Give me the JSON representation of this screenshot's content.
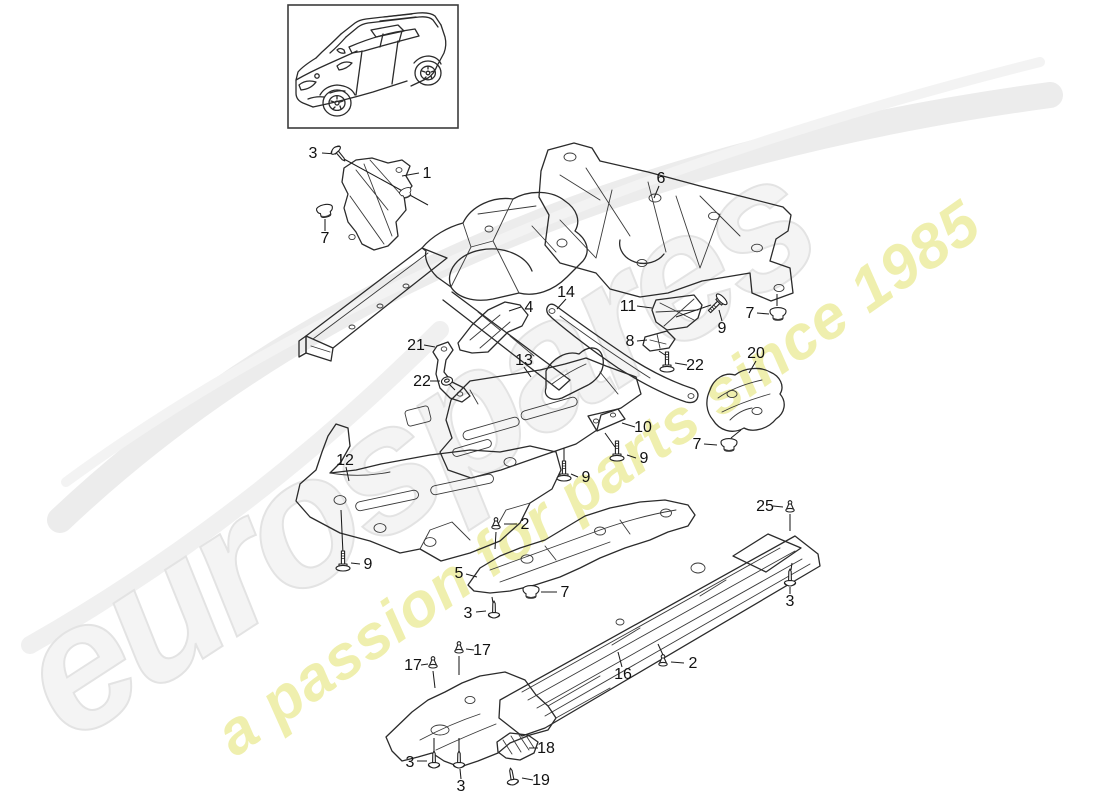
{
  "watermark": {
    "brand": "eurospares",
    "tagline": "a passion for parts since 1985",
    "brand_fill": "#f4f4f4",
    "brand_outline": "#e3e3e3",
    "tagline_color": "#ededa0"
  },
  "diagram": {
    "part_numbers_present": [
      "1",
      "2",
      "3",
      "4",
      "5",
      "6",
      "7",
      "8",
      "9",
      "10",
      "11",
      "12",
      "13",
      "14",
      "16",
      "17",
      "18",
      "19",
      "20",
      "21",
      "22",
      "25"
    ]
  },
  "callouts": [
    {
      "label": "3"
    },
    {
      "label": "1"
    },
    {
      "label": "7"
    },
    {
      "label": "6"
    },
    {
      "label": "14"
    },
    {
      "label": "11"
    },
    {
      "label": "9"
    },
    {
      "label": "7"
    },
    {
      "label": "8"
    },
    {
      "label": "22"
    },
    {
      "label": "20"
    },
    {
      "label": "4"
    },
    {
      "label": "21"
    },
    {
      "label": "22"
    },
    {
      "label": "13"
    },
    {
      "label": "10"
    },
    {
      "label": "9"
    },
    {
      "label": "9"
    },
    {
      "label": "7"
    },
    {
      "label": "12"
    },
    {
      "label": "9"
    },
    {
      "label": "2"
    },
    {
      "label": "5"
    },
    {
      "label": "7"
    },
    {
      "label": "3"
    },
    {
      "label": "25"
    },
    {
      "label": "3"
    },
    {
      "label": "17"
    },
    {
      "label": "17"
    },
    {
      "label": "16"
    },
    {
      "label": "2"
    },
    {
      "label": "3"
    },
    {
      "label": "3"
    },
    {
      "label": "18"
    },
    {
      "label": "19"
    }
  ]
}
